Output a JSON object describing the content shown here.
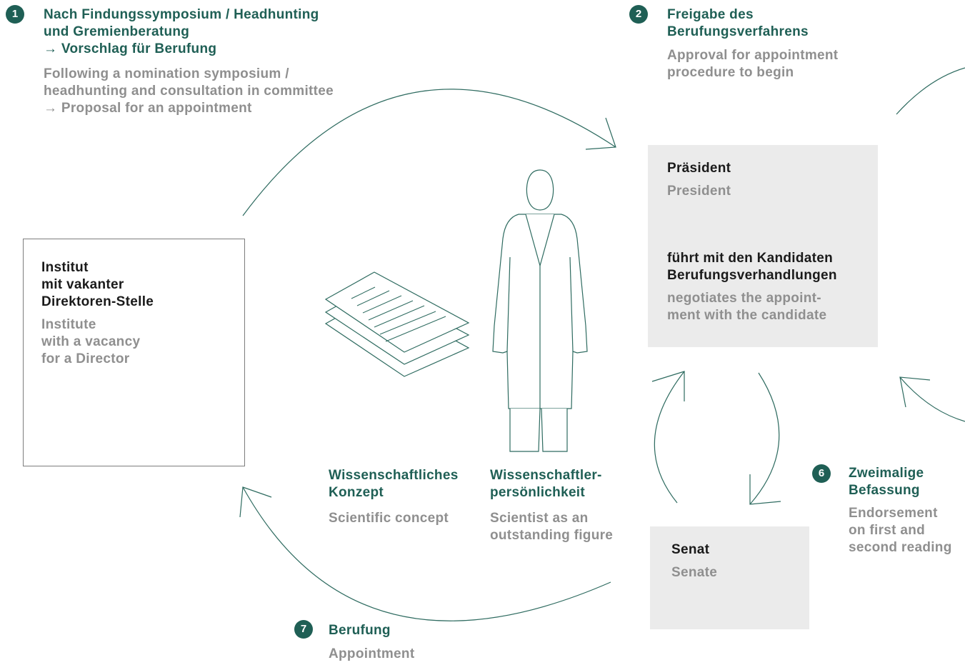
{
  "steps": {
    "s1": {
      "number": "1",
      "de": [
        "Nach Findungssymposium / Headhunting",
        "und Gremienberatung",
        "→ Vorschlag für Berufung"
      ],
      "en": [
        "Following a nomination symposium /",
        "headhunting and consultation in committee",
        "→ Proposal for an appointment"
      ]
    },
    "s2": {
      "number": "2",
      "de": [
        "Freigabe des",
        "Berufungsverfahrens"
      ],
      "en": [
        "Approval for appointment",
        "procedure to begin"
      ]
    },
    "s6": {
      "number": "6",
      "de": [
        "Zweimalige",
        "Befassung"
      ],
      "en": [
        "Endorsement",
        "on first and",
        "second reading"
      ]
    },
    "s7": {
      "number": "7",
      "de": [
        "Berufung"
      ],
      "en": [
        "Appointment"
      ]
    }
  },
  "institute_box": {
    "de": [
      "Institut",
      "mit vakanter",
      "Direktoren-Stelle"
    ],
    "en": [
      "Institute",
      "with a vacancy",
      "for a Director"
    ]
  },
  "president_box": {
    "title_de": "Präsident",
    "title_en": "President",
    "task_de": [
      "führt mit den Kandidaten",
      "Berufungsverhandlungen"
    ],
    "task_en": [
      "negotiates the appoint-",
      "ment with the candidate"
    ]
  },
  "senate_box": {
    "title_de": "Senat",
    "title_en": "Senate"
  },
  "concept": {
    "de": [
      "Wissenschaftliches",
      "Konzept"
    ],
    "en": [
      "Scientific concept"
    ]
  },
  "scientist": {
    "de": [
      "Wissenschaftler-",
      "persönlichkeit"
    ],
    "en": [
      "Scientist as an",
      "outstanding figure"
    ]
  },
  "icons": [
    "documents-icon",
    "scientist-figure-icon"
  ],
  "colors": {
    "accent": "#1f5f55",
    "muted_text": "#8f8f8f",
    "box_fill": "#ebebeb",
    "arrow_line": "#2e6b60"
  }
}
